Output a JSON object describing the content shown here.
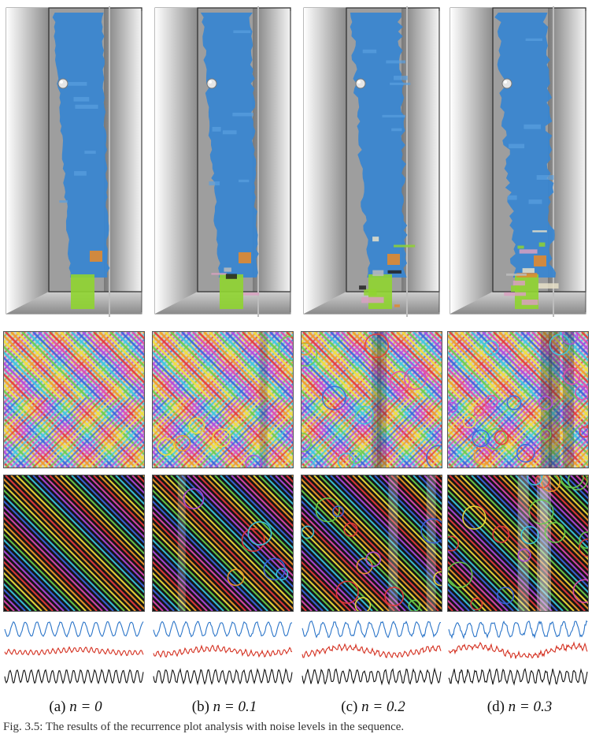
{
  "figure": {
    "panels": [
      {
        "id": "a",
        "letter": "(a)",
        "param": "n = 0",
        "n": 0,
        "variant": "n0"
      },
      {
        "id": "b",
        "letter": "(b)",
        "param": "n = 0.1",
        "n": 0.1,
        "variant": "n01"
      },
      {
        "id": "c",
        "letter": "(c)",
        "param": "n = 0.2",
        "n": 0.2,
        "variant": "n02"
      },
      {
        "id": "d",
        "letter": "(d)",
        "param": "n = 0.3",
        "n": 0.3,
        "variant": "n03"
      }
    ],
    "trailing_caption": "Fig. 3.5: The results of the recurrence plot analysis with noise levels in the sequence."
  },
  "colors": {
    "water_blue": "#3a86d0",
    "timeseries_blue": "#2a74c8",
    "timeseries_red": "#d43020",
    "timeseries_black": "#111111",
    "highlight_green": "#8fd430",
    "highlight_orange": "#e08a30"
  }
}
